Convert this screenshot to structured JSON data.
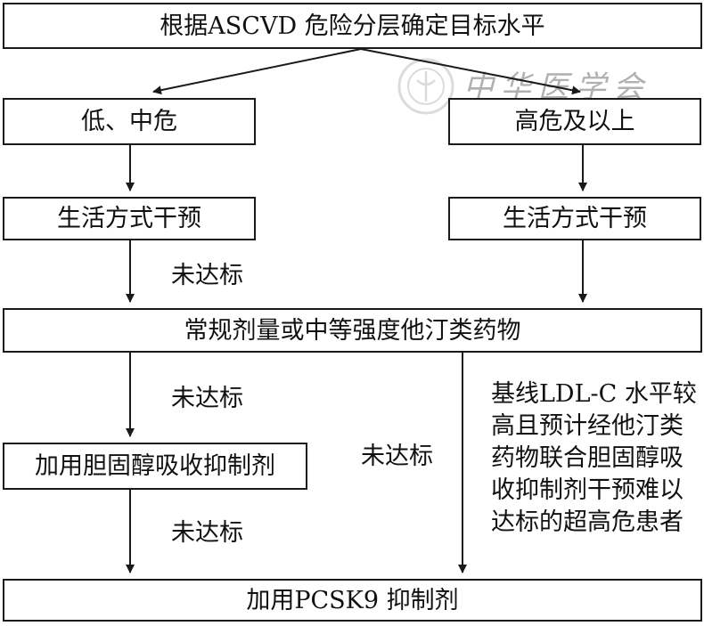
{
  "nodes": {
    "root": "根据ASCVD 危险分层确定目标水平",
    "low_mid": "低、中危",
    "high": "高危及以上",
    "lifestyle_left": "生活方式干预",
    "lifestyle_right": "生活方式干预",
    "statin": "常规剂量或中等强度他汀类药物",
    "ezetimibe": "加用胆固醇吸收抑制剂",
    "pcsk9": "加用PCSK9 抑制剂"
  },
  "edge_labels": {
    "e1": "未达标",
    "e2": "未达标",
    "e3": "未达标",
    "e4": "未达标"
  },
  "note_lines": [
    "基线LDL-C 水平较",
    "高且预计经他汀类",
    "药物联合胆固醇吸",
    "收抑制剂干预难以",
    "达标的超高危患者"
  ],
  "watermark": {
    "text": "中华医学会"
  },
  "colors": {
    "line": "#1a1a1a",
    "watermark": "#b0b0b0"
  }
}
